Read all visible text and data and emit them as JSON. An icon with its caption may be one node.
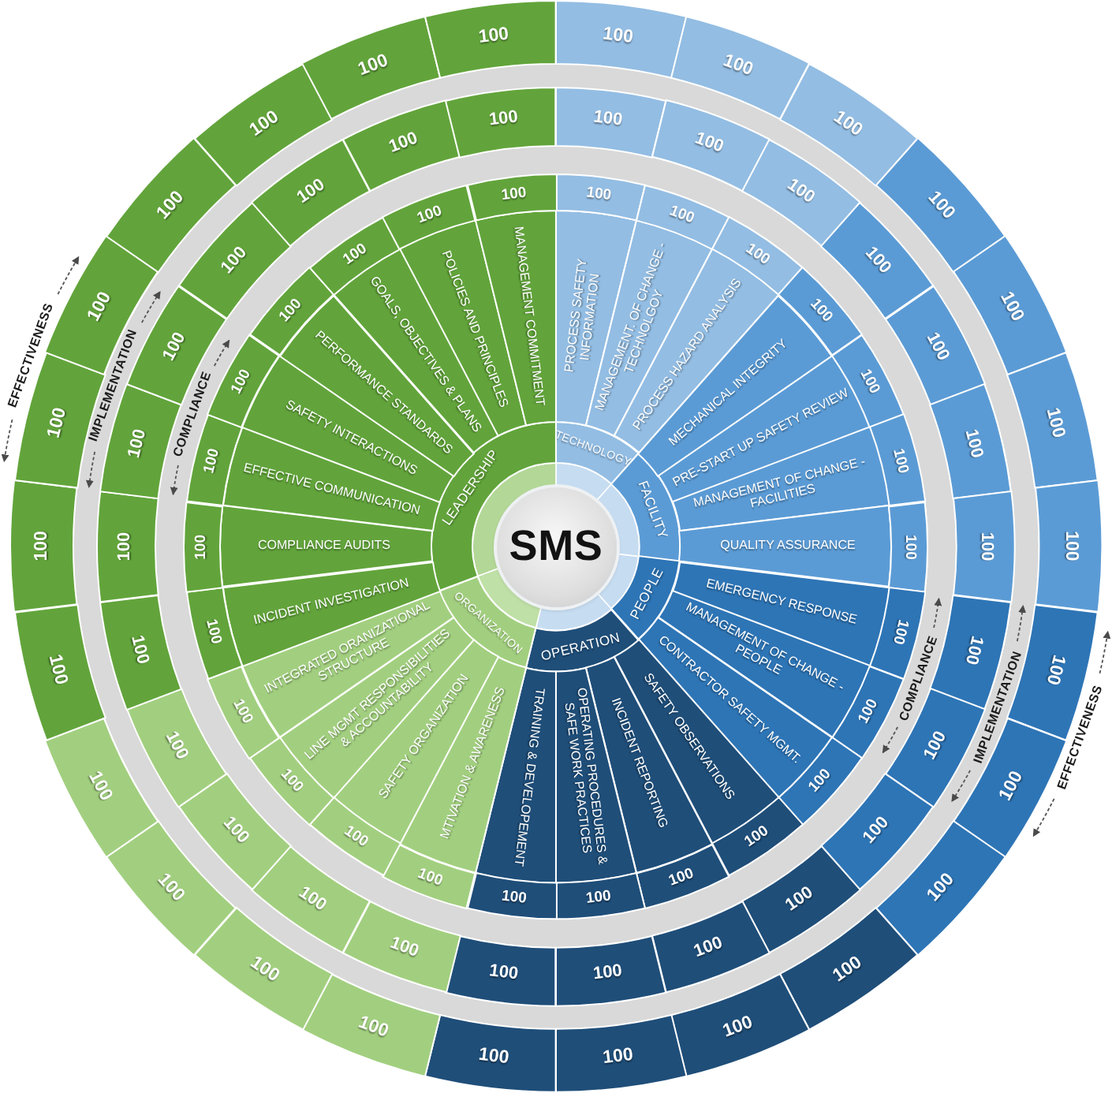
{
  "diagram": {
    "nodes": [
      {
        "text": [
          "SMS"
        ]
      },
      {
        "text": [
          "TECHNOLOGY"
        ]
      },
      {
        "text": [
          "FACILITY"
        ]
      },
      {
        "text": [
          "PEOPLE"
        ]
      },
      {
        "text": [
          "OPERATION"
        ]
      },
      {
        "text": [
          "ORGANIZATION"
        ]
      },
      {
        "text": [
          "LEADERSHIP"
        ]
      },
      {
        "text": [
          "PROCESS SAFETY INFORMATION"
        ]
      },
      {
        "text": [
          "MANAGEMENT. OF CHANGE - TECHNOLGOY"
        ]
      },
      {
        "text": [
          "PROCESS HAZARD ANALYSIS"
        ]
      },
      {
        "text": [
          "MECHANICAL INTEGRITY"
        ]
      },
      {
        "text": [
          "PRE-START UP SAFETY REVIEW"
        ]
      },
      {
        "text": [
          "MANAGEMENT OF CHANGE - FACILITIES"
        ]
      },
      {
        "text": [
          "QUALITY ASSURANCE"
        ]
      },
      {
        "text": [
          "EMERGENCY RESPONSE"
        ]
      },
      {
        "text": [
          "MANAGEMENT OF CHANGE - PEOPLE"
        ]
      },
      {
        "text": [
          "CONTRACTOR SAFETY MGMT."
        ]
      },
      {
        "text": [
          "SAFETY OBSERVATIONS"
        ]
      },
      {
        "text": [
          "INCIDENT REPORTING"
        ]
      },
      {
        "text": [
          "OPERATING PROCEDURES & SAFE WORK PRACTICES"
        ]
      },
      {
        "text": [
          "TRAINING & DEVELOPEMENT"
        ]
      },
      {
        "text": [
          "MTIVATION & AWARENESS"
        ]
      },
      {
        "text": [
          "SAFETY ORGANIZATION"
        ]
      },
      {
        "text": [
          "LINE MGMT RESPONSIBILITIES & ACCOUNTABILITY"
        ]
      },
      {
        "text": [
          "INTEGRATED ORANIZATIONAL STRUCTURE"
        ]
      },
      {
        "text": [
          "INCIDENT INVESTIGATION"
        ]
      },
      {
        "text": [
          "COMPLIANCE AUDITS"
        ]
      },
      {
        "text": [
          "EFFECTIVE COMMUNICATION"
        ]
      },
      {
        "text": [
          "SAFETY INTERACTIONS"
        ]
      },
      {
        "text": [
          "PERFORMANCE STANDARDS"
        ]
      },
      {
        "text": [
          "GOALS, OBJECTIVES & PLANS"
        ]
      },
      {
        "text": [
          "POLICIES AND PRINCIPLES"
        ]
      },
      {
        "text": [
          "MANAGEMENT COMMITMENT"
        ]
      },
      {
        "text": [
          "100"
        ]
      },
      {
        "text": [
          "100"
        ]
      },
      {
        "text": [
          "100"
        ]
      },
      {
        "text": [
          "100"
        ]
      },
      {
        "text": [
          "100"
        ]
      },
      {
        "text": [
          "100"
        ]
      },
      {
        "text": [
          "100"
        ]
      },
      {
        "text": [
          "100"
        ]
      },
      {
        "text": [
          "100"
        ]
      },
      {
        "text": [
          "100"
        ]
      },
      {
        "text": [
          "100"
        ]
      },
      {
        "text": [
          "100"
        ]
      },
      {
        "text": [
          "100"
        ]
      },
      {
        "text": [
          "100"
        ]
      },
      {
        "text": [
          "100"
        ]
      },
      {
        "text": [
          "100"
        ]
      },
      {
        "text": [
          "100"
        ]
      },
      {
        "text": [
          "100"
        ]
      },
      {
        "text": [
          "100"
        ]
      },
      {
        "text": [
          "100"
        ]
      },
      {
        "text": [
          "100"
        ]
      },
      {
        "text": [
          "100"
        ]
      },
      {
        "text": [
          "100"
        ]
      },
      {
        "text": [
          "100"
        ]
      },
      {
        "text": [
          "100"
        ]
      },
      {
        "text": [
          "100"
        ]
      },
      {
        "text": [
          "100"
        ]
      },
      {
        "text": [
          "100"
        ]
      },
      {
        "text": [
          "100"
        ]
      },
      {
        "text": [
          "100"
        ]
      },
      {
        "text": [
          "100"
        ]
      },
      {
        "text": [
          "100"
        ]
      },
      {
        "text": [
          "100"
        ]
      },
      {
        "text": [
          "100"
        ]
      },
      {
        "text": [
          "100"
        ]
      },
      {
        "text": [
          "100"
        ]
      },
      {
        "text": [
          "100"
        ]
      },
      {
        "text": [
          "100"
        ]
      },
      {
        "text": [
          "100"
        ]
      },
      {
        "text": [
          "100"
        ]
      },
      {
        "text": [
          "100"
        ]
      },
      {
        "text": [
          "100"
        ]
      },
      {
        "text": [
          "100"
        ]
      },
      {
        "text": [
          "100"
        ]
      },
      {
        "text": [
          "100"
        ]
      },
      {
        "text": [
          "100"
        ]
      },
      {
        "text": [
          "100"
        ]
      },
      {
        "text": [
          "100"
        ]
      },
      {
        "text": [
          "100"
        ]
      },
      {
        "text": [
          "100"
        ]
      },
      {
        "text": [
          "100"
        ]
      },
      {
        "text": [
          "100"
        ]
      },
      {
        "text": [
          "100"
        ]
      },
      {
        "text": [
          "100"
        ]
      },
      {
        "text": [
          "100"
        ]
      },
      {
        "text": [
          "100"
        ]
      },
      {
        "text": [
          "100"
        ]
      },
      {
        "text": [
          "100"
        ]
      },
      {
        "text": [
          "100"
        ]
      },
      {
        "text": [
          "100"
        ]
      },
      {
        "text": [
          "100"
        ]
      },
      {
        "text": [
          "100"
        ]
      },
      {
        "text": [
          "100"
        ]
      },
      {
        "text": [
          "100"
        ]
      },
      {
        "text": [
          "100"
        ]
      },
      {
        "text": [
          "100"
        ]
      },
      {
        "text": [
          "100"
        ]
      },
      {
        "text": [
          "100"
        ]
      },
      {
        "text": [
          "100"
        ]
      },
      {
        "text": [
          "100"
        ]
      },
      {
        "text": [
          "100"
        ]
      },
      {
        "text": [
          "100"
        ]
      },
      {
        "text": [
          "100"
        ]
      },
      {
        "text": [
          "100"
        ]
      },
      {
        "text": [
          "100"
        ]
      },
      {
        "text": [
          "100"
        ]
      },
      {
        "text": [
          "100"
        ]
      },
      {
        "text": [
          "100"
        ]
      }
    ],
    "labels": [
      "EFFECTIVENESS",
      "IMPLEMENTATION",
      "COMPLIANCE",
      "COMPLIANCE",
      "IMPLEMENTATION",
      "EFFECTIVENESS"
    ]
  }
}
